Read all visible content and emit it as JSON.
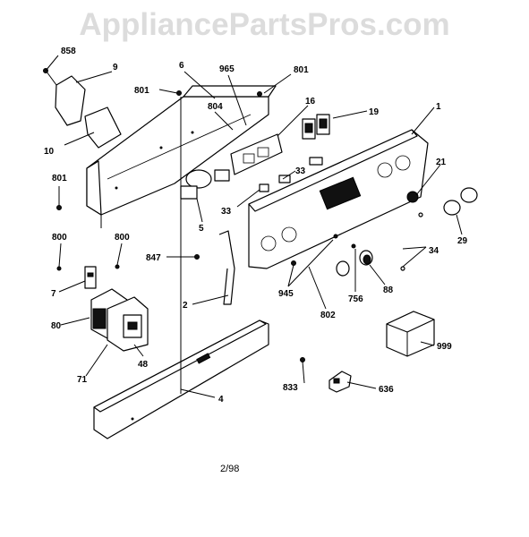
{
  "watermark": "AppliancePartsPros.com",
  "date_code": "2/98",
  "callouts": [
    "858",
    "9",
    "6",
    "965",
    "801",
    "801",
    "804",
    "16",
    "19",
    "1",
    "10",
    "801",
    "33",
    "21",
    "5",
    "33",
    "800",
    "800",
    "847",
    "29",
    "34",
    "7",
    "2",
    "945",
    "756",
    "88",
    "80",
    "802",
    "48",
    "71",
    "999",
    "4",
    "833",
    "636"
  ]
}
